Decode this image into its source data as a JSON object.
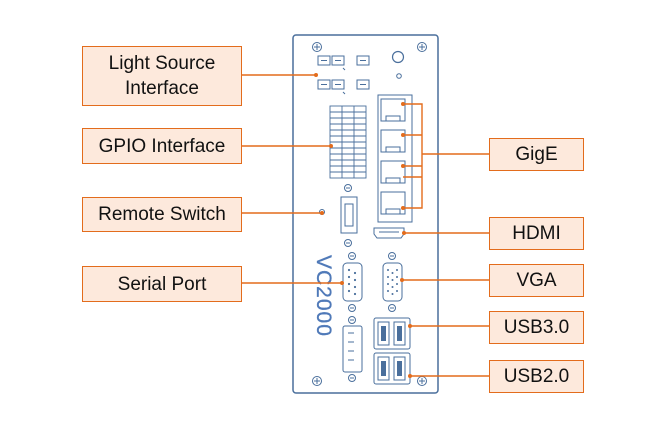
{
  "device": {
    "model_text": "VC2000"
  },
  "labels": {
    "light_source_line1": "Light Source",
    "light_source_line2": "Interface",
    "gpio": "GPIO Interface",
    "remote_switch": "Remote Switch",
    "serial_port": "Serial Port",
    "gige": "GigE",
    "hdmi": "HDMI",
    "vga": "VGA",
    "usb30": "USB3.0",
    "usb20": "USB2.0"
  },
  "colors": {
    "panel_outline": "#4a6f9c",
    "leader_line": "#e36c1c",
    "callout_fill": "#fde9dc",
    "callout_border": "#e36c1c",
    "model_text": "#4f79b8"
  }
}
